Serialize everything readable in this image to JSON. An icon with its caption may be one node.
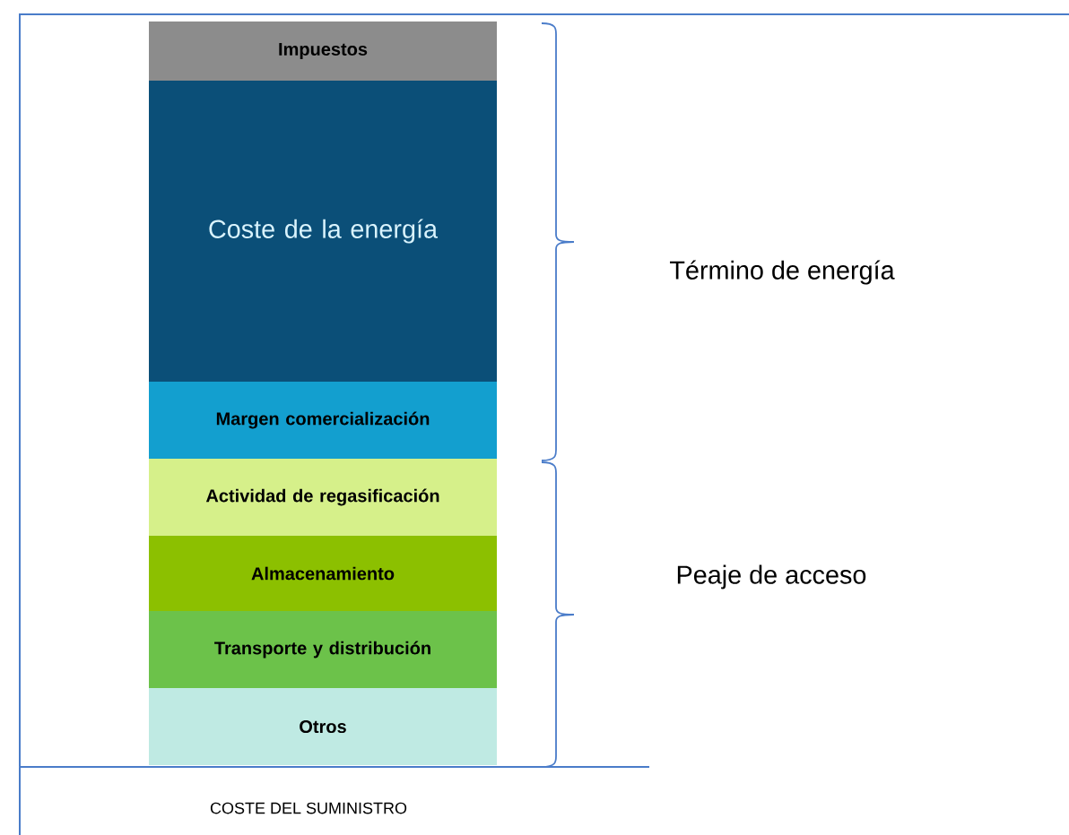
{
  "diagram": {
    "nodes": [
      {
        "text": [
          "Impuestos"
        ]
      },
      {
        "text": [
          "Coste de la energía"
        ]
      },
      {
        "text": [
          "Margen comercialización"
        ]
      },
      {
        "text": [
          "Actividad de regasificación"
        ]
      },
      {
        "text": [
          "Almacenamiento"
        ]
      },
      {
        "text": [
          "Transporte y distribución"
        ]
      },
      {
        "text": [
          "Otros"
        ]
      }
    ],
    "labels": [
      "Término de energía",
      "Peaje de acceso",
      "COSTE DEL SUMINISTRO"
    ]
  }
}
